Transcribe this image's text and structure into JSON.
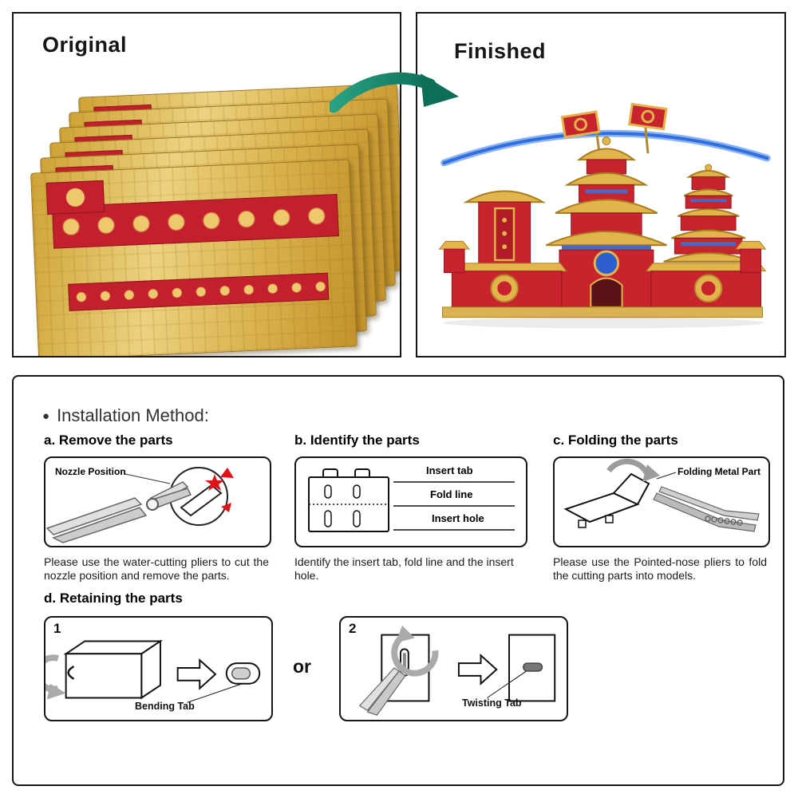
{
  "top": {
    "original_title": "Original",
    "finished_title": "Finished"
  },
  "instructions": {
    "bullet": "●",
    "heading": "Installation Method:",
    "step_a": {
      "title": "a. Remove the parts",
      "diagram_label": "Nozzle Position",
      "caption": "Please use the water-cutting pliers to cut the nozzle position and remove the parts."
    },
    "step_b": {
      "title": "b. Identify the parts",
      "label_insert_tab": "Insert tab",
      "label_fold_line": "Fold line",
      "label_insert_hole": "Insert hole",
      "caption": "Identify the insert tab, fold line and the insert hole."
    },
    "step_c": {
      "title": "c. Folding the parts",
      "diagram_label": "Folding Metal Part",
      "caption": "Please use the Pointed-nose pliers to fold the cutting parts into models."
    },
    "step_d": {
      "title": "d. Retaining the parts",
      "num1": "1",
      "label_bending": "Bending Tab",
      "or_label": "or",
      "num2": "2",
      "label_twisting": "Twisting Tab"
    }
  },
  "colors": {
    "accent_teal": "#0d6e57",
    "sheet_gold": "#d9af49",
    "sheet_red": "#c1202c",
    "model_red": "#c8242e",
    "model_gold": "#e2b54c",
    "model_blue": "#2e6ee0"
  }
}
